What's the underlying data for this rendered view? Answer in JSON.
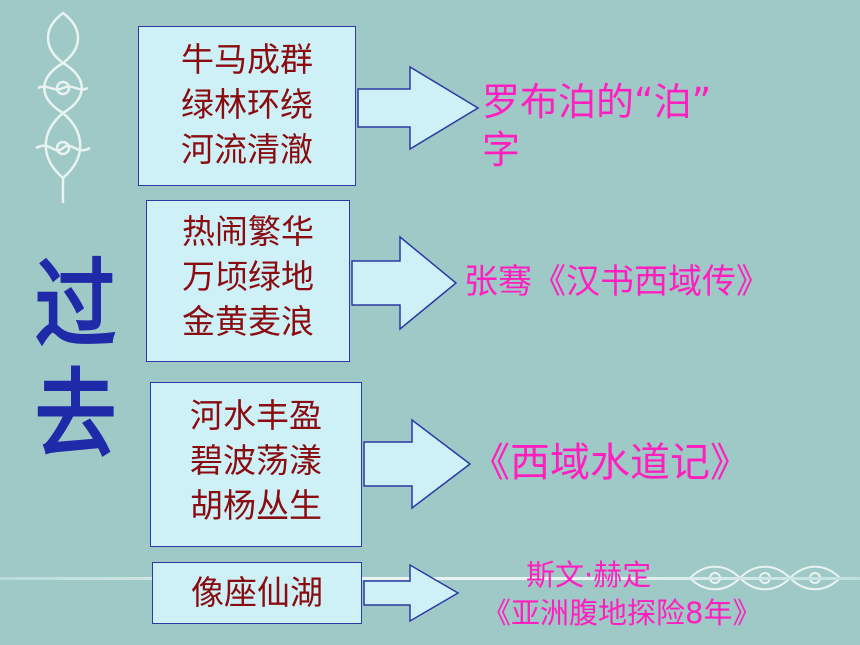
{
  "title": [
    "过",
    "去"
  ],
  "boxes": [
    {
      "lines": [
        "牛马成群",
        "绿林环绕",
        "河流清澈"
      ]
    },
    {
      "lines": [
        "热闹繁华",
        "万顷绿地",
        "金黄麦浪"
      ]
    },
    {
      "lines": [
        "河水丰盈",
        "碧波荡漾",
        "胡杨丛生"
      ]
    },
    {
      "lines": [
        "像座仙湖"
      ]
    }
  ],
  "references": [
    {
      "lines": [
        "罗布泊的“泊”",
        "字"
      ]
    },
    {
      "lines": [
        "张骞《汉书西域传》"
      ]
    },
    {
      "lines": [
        "《西域水道记》"
      ]
    },
    {
      "lines": [
        "斯文·赫定",
        "《亚洲腹地探险8年》"
      ]
    }
  ],
  "colors": {
    "background": "#9fc9c6",
    "box_fill": "#cdf1f7",
    "box_text": "#8a0c10",
    "title": "#1f2aa8",
    "reference": "#ff1fbf"
  }
}
